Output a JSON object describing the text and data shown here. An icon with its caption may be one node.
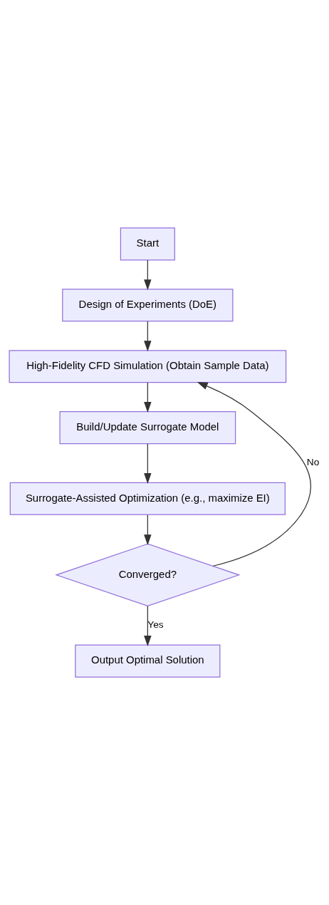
{
  "diagram": {
    "nodes": [
      {
        "text": [
          "Start"
        ]
      },
      {
        "text": [
          "Design of Experiments (DoE)"
        ]
      },
      {
        "text": [
          "High-Fidelity CFD Simulation (Obtain Sample Data)"
        ]
      },
      {
        "text": [
          "Build/Update Surrogate Model"
        ]
      },
      {
        "text": [
          "Surrogate-Assisted Optimization (e.g., maximize EI)"
        ]
      },
      {
        "text": [
          "Converged?"
        ]
      },
      {
        "text": [
          "Output Optimal Solution"
        ]
      }
    ],
    "edges": [
      {
        "from": 0,
        "to": 1,
        "arrow": "to"
      },
      {
        "from": 1,
        "to": 2,
        "arrow": "to"
      },
      {
        "from": 2,
        "to": 3,
        "arrow": "to"
      },
      {
        "from": 3,
        "to": 4,
        "arrow": "to"
      },
      {
        "from": 4,
        "to": 5,
        "arrow": "to"
      },
      {
        "from": 5,
        "to": 2,
        "label": "No",
        "arrow": "to"
      },
      {
        "from": 5,
        "to": 6,
        "label": "Yes",
        "arrow": "to"
      }
    ]
  }
}
